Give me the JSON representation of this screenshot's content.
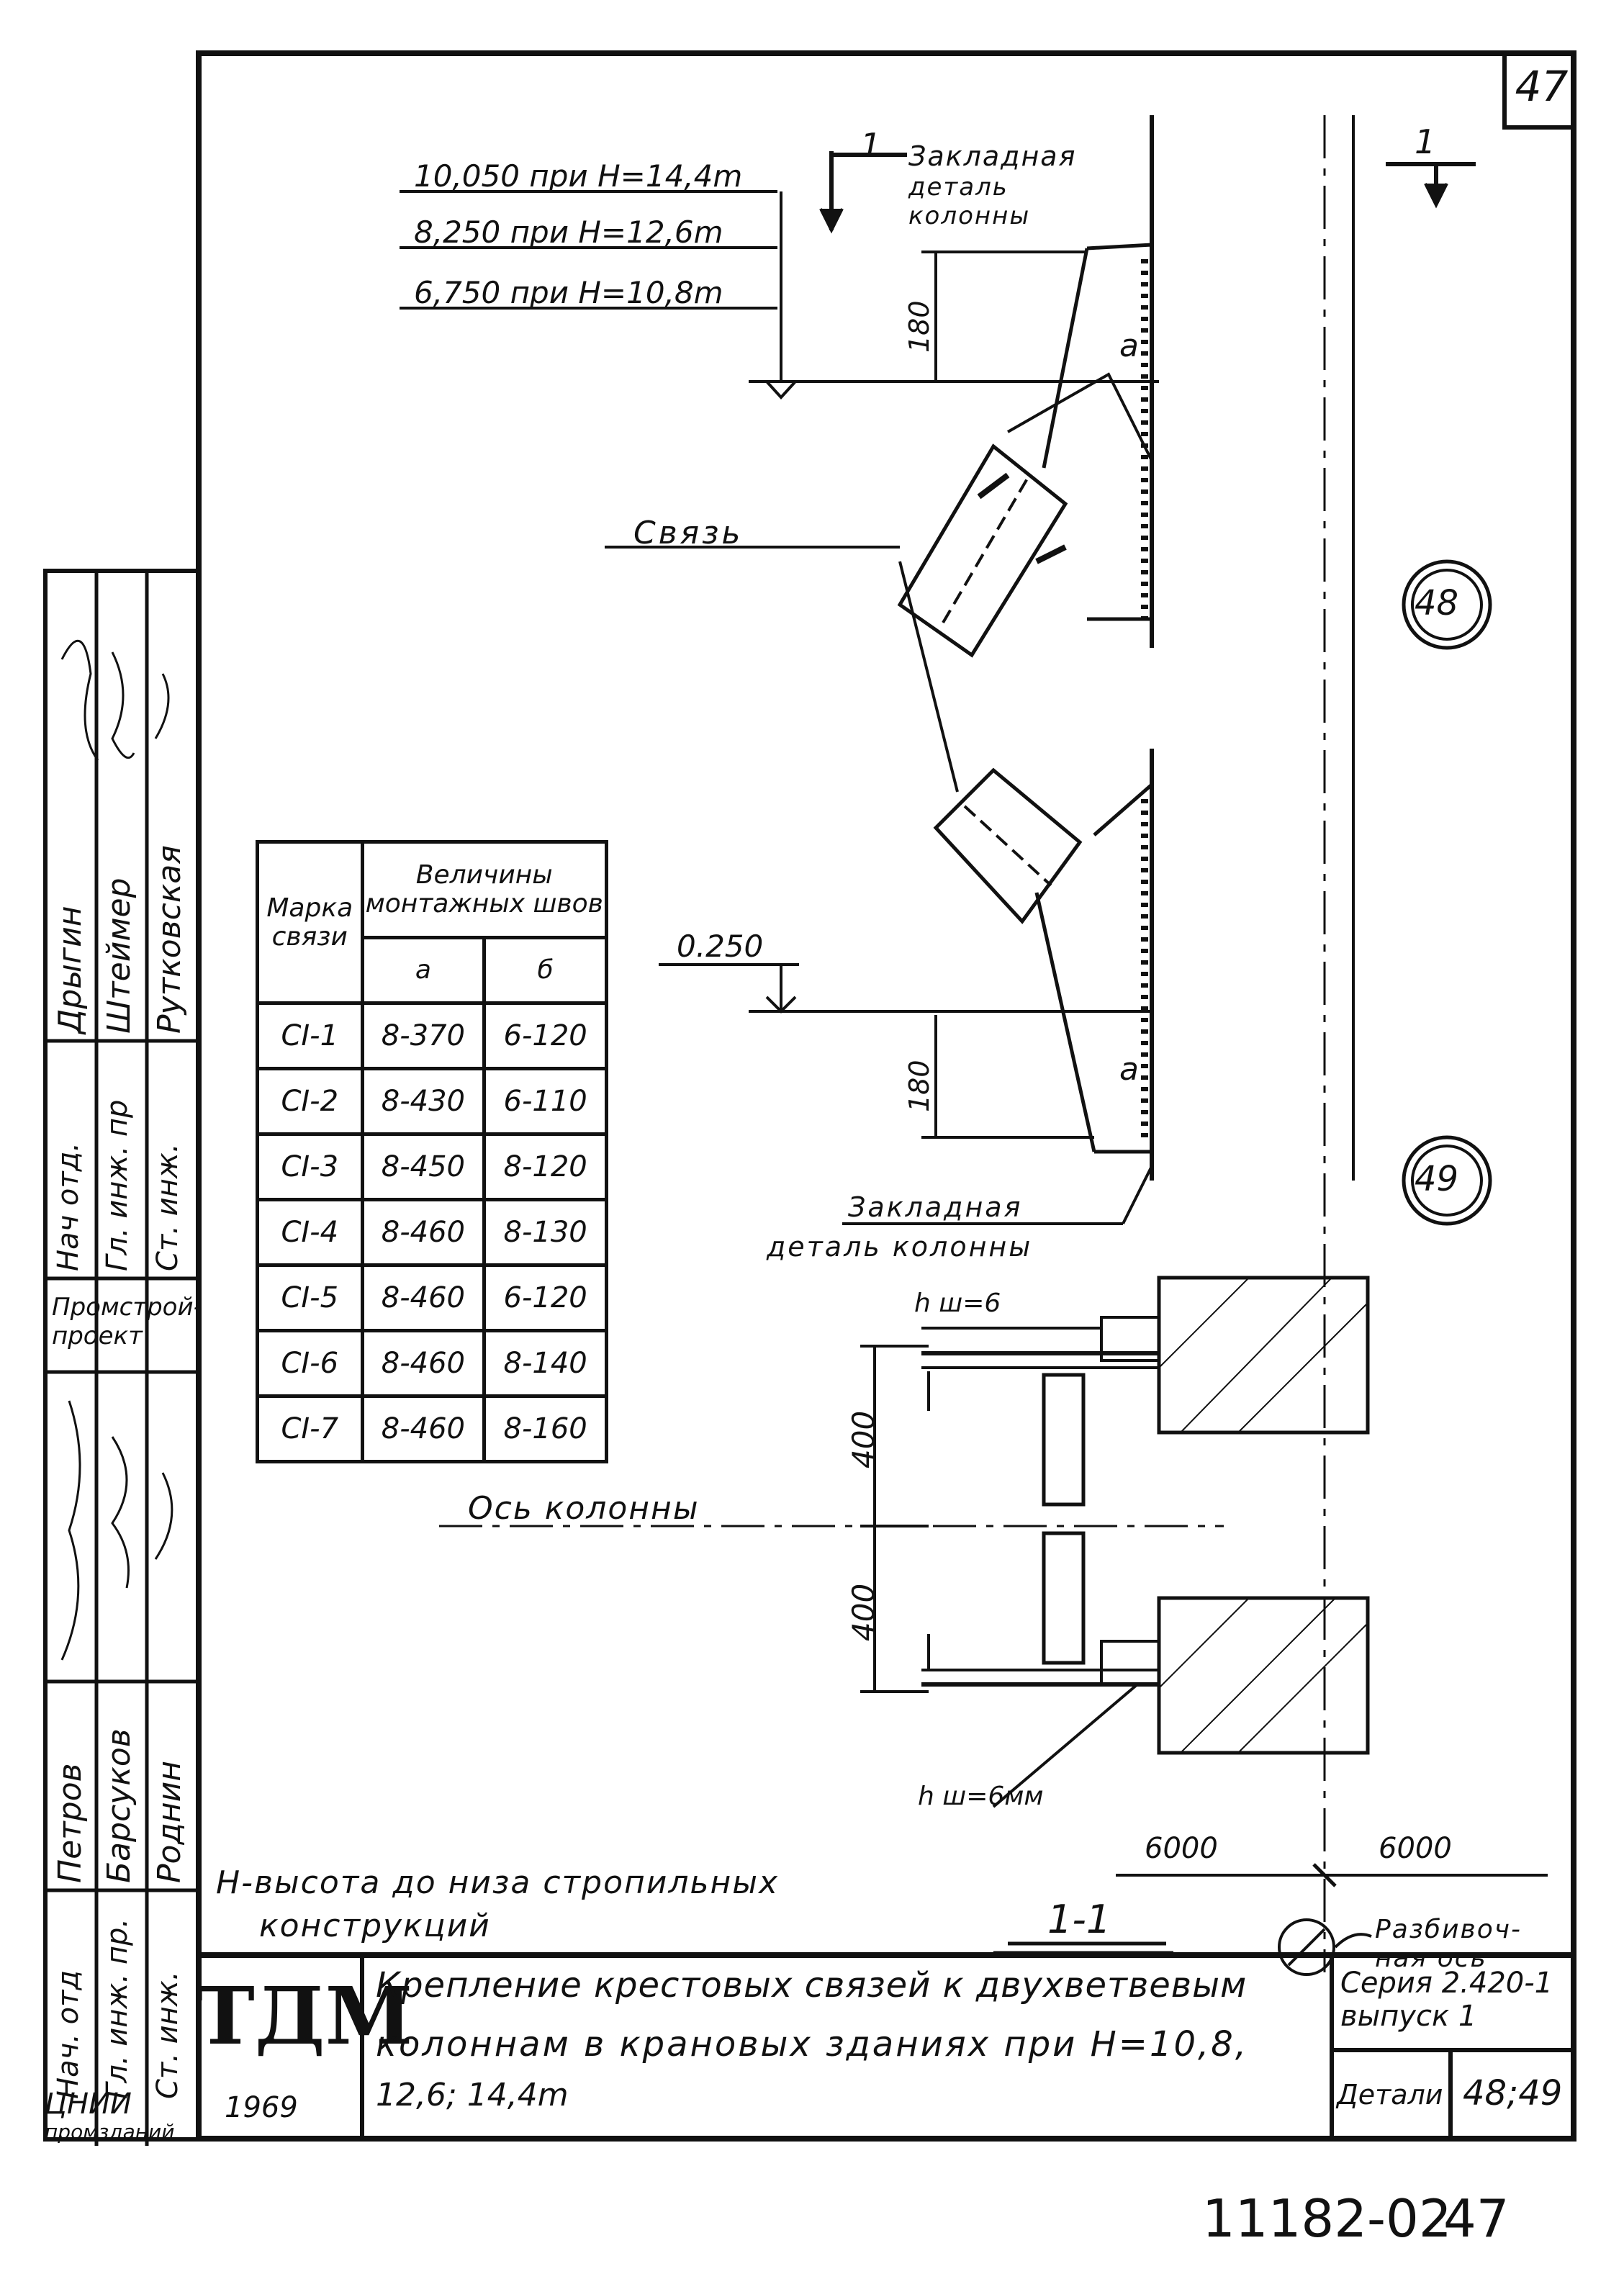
{
  "page_number": "47",
  "elevations": [
    "10,050 при Н=14,4m",
    "8,250 при Н=12,6m",
    "6,750 при Н=10,8m"
  ],
  "elevation_low": "0.250",
  "labels": {
    "embedded_top_line1": "Закладная",
    "embedded_top_line2": "деталь",
    "embedded_top_line3": "колонны",
    "brace": "Связь",
    "embedded_bottom_line1": "Закладная",
    "embedded_bottom_line2": "деталь колонны",
    "column_axis": "Ось колонны",
    "weld_top": "h ш=6",
    "weld_bottom": "h ш=6мм",
    "alignment_axis_line1": "Разбивоч-",
    "alignment_axis_line2": "ная ось",
    "height_note_line1": "Н-высота до низа стропильных",
    "height_note_line2": "конструкций",
    "section_mark": "1-1",
    "section_arrow_left": "1",
    "section_arrow_right": "1",
    "weld_a_top": "a",
    "weld_a_bottom": "a"
  },
  "dimensions": {
    "d180_top": "180",
    "d180_bottom": "180",
    "d400_top": "400",
    "d400_bottom": "400",
    "span_left": "6000",
    "span_right": "6000"
  },
  "detail_refs": [
    "48",
    "49"
  ],
  "table": {
    "col_mark": "Марка связи",
    "col_group": "Величины монтажных швов",
    "col_a": "a",
    "col_b": "б",
    "rows": [
      {
        "mark": "CI-1",
        "a": "8-370",
        "b": "6-120"
      },
      {
        "mark": "CI-2",
        "a": "8-430",
        "b": "6-110"
      },
      {
        "mark": "CI-3",
        "a": "8-450",
        "b": "8-120"
      },
      {
        "mark": "CI-4",
        "a": "8-460",
        "b": "8-130"
      },
      {
        "mark": "CI-5",
        "a": "8-460",
        "b": "6-120"
      },
      {
        "mark": "CI-6",
        "a": "8-460",
        "b": "8-140"
      },
      {
        "mark": "CI-7",
        "a": "8-460",
        "b": "8-160"
      }
    ]
  },
  "stamp": {
    "roles_top": [
      "Нач отд.",
      "Гл. инж. пр",
      "Ст. инж."
    ],
    "names_top": [
      "Дрыгин",
      "Штеймер",
      "Рутковская"
    ],
    "org": "Промстрой-проект",
    "roles_bottom": [
      "Нач. отд",
      "Гл. инж. пр.",
      "Ст. инж."
    ],
    "names_bottom": [
      "Петров",
      "Барсуков",
      "Роднин"
    ],
    "inst_line1": "ЦНИИ",
    "inst_line2": "промзданий"
  },
  "title_block": {
    "logo": "ТДМ",
    "year": "1969",
    "title_line1": "Крепление крестовых связей к двухветвевым",
    "title_line2": "колоннам в крановых зданиях при Н=10,8,",
    "title_line3": "12,6; 14,4m",
    "series_line1": "Серия 2.420-1",
    "series_line2": "выпуск 1",
    "detail_label": "Детали",
    "detail_value": "48;49"
  },
  "footer_code": "11182-02",
  "footer_page": "47"
}
